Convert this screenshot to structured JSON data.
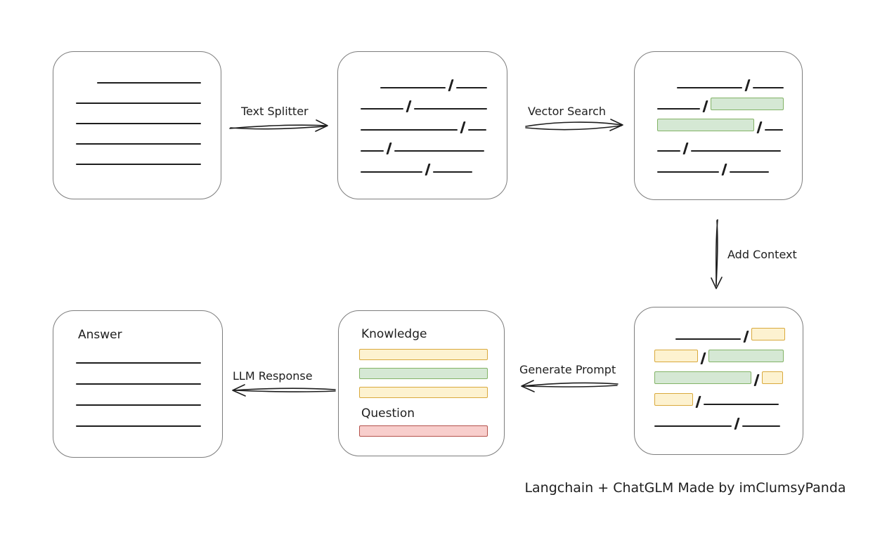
{
  "caption": "Langchain + ChatGLM Made by imClumsyPanda",
  "labels": {
    "text_splitter": "Text Splitter",
    "vector_search": "Vector Search",
    "add_context": "Add Context",
    "generate_prompt": "Generate Prompt",
    "llm_response": "LLM Response"
  },
  "colors": {
    "ink": "#1e1e1e",
    "background": "#ffffff",
    "box_stroke": "#7d7d7d",
    "green_fill": "#d5e8d4",
    "green_stroke": "#82b366",
    "yellow_fill": "#fdf2d0",
    "yellow_stroke": "#d9a93c",
    "red_fill": "#f8cecc",
    "red_stroke": "#b4524c"
  },
  "boxes": {
    "document": {
      "rows": [
        [
          {
            "t": "line",
            "w": 148,
            "ml": 30
          }
        ],
        [
          {
            "t": "line",
            "w": 178
          }
        ],
        [
          {
            "t": "line",
            "w": 178
          }
        ],
        [
          {
            "t": "line",
            "w": 178
          }
        ],
        [
          {
            "t": "line",
            "w": 178
          }
        ]
      ]
    },
    "chunks": {
      "rows": [
        [
          {
            "t": "line",
            "w": 93,
            "ml": 28
          },
          {
            "t": "slash"
          },
          {
            "t": "line",
            "w": 44
          }
        ],
        [
          {
            "t": "line",
            "w": 61
          },
          {
            "t": "slash"
          },
          {
            "t": "line",
            "w": 104
          }
        ],
        [
          {
            "t": "line",
            "w": 138
          },
          {
            "t": "slash"
          },
          {
            "t": "line",
            "w": 26
          }
        ],
        [
          {
            "t": "line",
            "w": 33
          },
          {
            "t": "slash"
          },
          {
            "t": "line",
            "w": 128
          }
        ],
        [
          {
            "t": "line",
            "w": 88
          },
          {
            "t": "slash"
          },
          {
            "t": "line",
            "w": 56
          }
        ]
      ]
    },
    "vector_result": {
      "rows": [
        [
          {
            "t": "line",
            "w": 93,
            "ml": 28
          },
          {
            "t": "slash"
          },
          {
            "t": "line",
            "w": 44
          }
        ],
        [
          {
            "t": "line",
            "w": 61
          },
          {
            "t": "slash"
          },
          {
            "t": "green",
            "w": 104
          }
        ],
        [
          {
            "t": "green",
            "w": 138
          },
          {
            "t": "slash"
          },
          {
            "t": "line",
            "w": 26
          }
        ],
        [
          {
            "t": "line",
            "w": 33
          },
          {
            "t": "slash"
          },
          {
            "t": "line",
            "w": 128
          }
        ],
        [
          {
            "t": "line",
            "w": 88
          },
          {
            "t": "slash"
          },
          {
            "t": "line",
            "w": 56
          }
        ]
      ]
    },
    "context_result": {
      "rows": [
        [
          {
            "t": "line",
            "w": 93,
            "ml": 30
          },
          {
            "t": "slash"
          },
          {
            "t": "yellow",
            "w": 48
          }
        ],
        [
          {
            "t": "yellow",
            "w": 62
          },
          {
            "t": "slash"
          },
          {
            "t": "green",
            "w": 107
          }
        ],
        [
          {
            "t": "green",
            "w": 138
          },
          {
            "t": "slash"
          },
          {
            "t": "yellow",
            "w": 30
          }
        ],
        [
          {
            "t": "yellow",
            "w": 55
          },
          {
            "t": "slash"
          },
          {
            "t": "line",
            "w": 107
          }
        ],
        [
          {
            "t": "line",
            "w": 110
          },
          {
            "t": "slash"
          },
          {
            "t": "line",
            "w": 54
          }
        ]
      ]
    },
    "prompt": {
      "knowledge_label": "Knowledge",
      "question_label": "Question",
      "knowledge_bars": [
        "yellow",
        "green",
        "yellow"
      ],
      "question_bars": [
        "red"
      ]
    },
    "answer": {
      "label": "Answer",
      "rows": [
        [
          {
            "t": "line",
            "w": 178
          }
        ],
        [
          {
            "t": "line",
            "w": 178
          }
        ],
        [
          {
            "t": "line",
            "w": 178
          }
        ],
        [
          {
            "t": "line",
            "w": 178
          }
        ]
      ]
    }
  }
}
